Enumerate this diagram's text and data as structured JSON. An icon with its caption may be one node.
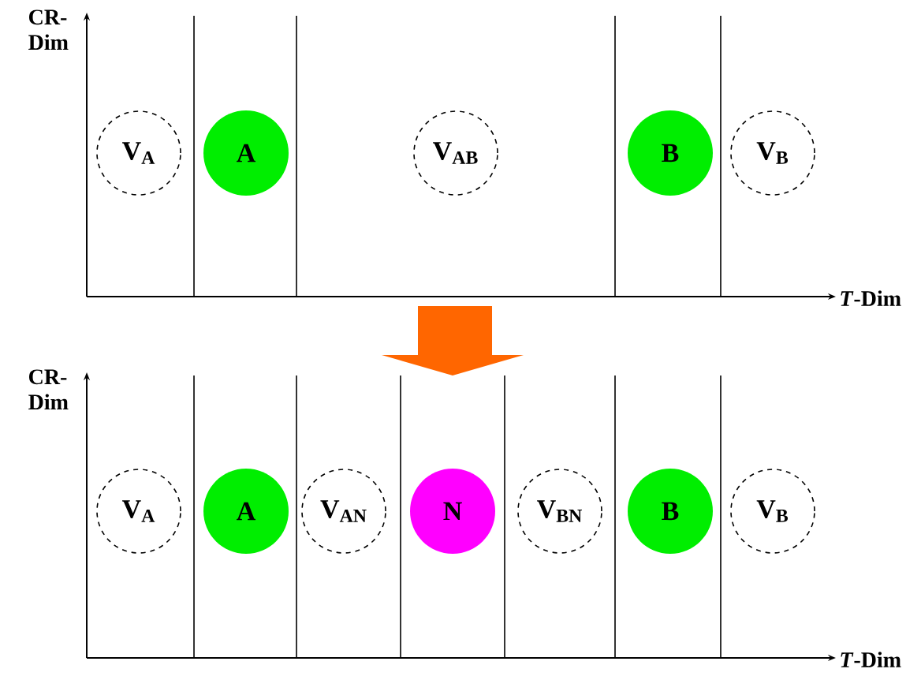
{
  "diagram": {
    "nodes": [
      {
        "text": [
          "V$_{A}$"
        ]
      },
      {
        "text": [
          "A"
        ]
      },
      {
        "text": [
          "V$_{AB}$"
        ]
      },
      {
        "text": [
          "B"
        ]
      },
      {
        "text": [
          "V$_{B}$"
        ]
      },
      {
        "text": [
          "V$_{A}$"
        ]
      },
      {
        "text": [
          "A"
        ]
      },
      {
        "text": [
          "V$_{AN}$"
        ]
      },
      {
        "text": [
          "N"
        ]
      },
      {
        "text": [
          "V$_{BN}$"
        ]
      },
      {
        "text": [
          "B"
        ]
      },
      {
        "text": [
          "V$_{B}$"
        ]
      }
    ],
    "labels": [
      "CR- Dim",
      "*T*-Dim",
      "CR- Dim",
      "*T*-Dim"
    ]
  }
}
